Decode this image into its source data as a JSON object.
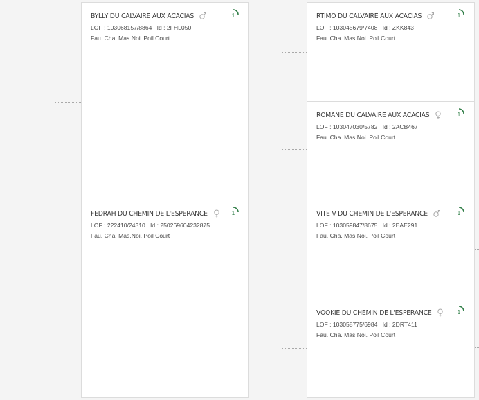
{
  "generation_1": [
    {
      "name": "BYLLY DU CALVAIRE AUX ACACIAS",
      "sex": "male",
      "lof": "LOF : 103068157/8864",
      "id": "Id : 2FHL050",
      "traits": "Fau. Cha. Mas.Noi. Poil Court",
      "badge": "1"
    },
    {
      "name": "FEDRAH DU CHEMIN DE L'ESPERANCE",
      "sex": "female",
      "lof": "LOF : 222410/24310",
      "id": "Id : 250269604232875",
      "traits": "Fau. Cha. Mas.Noi. Poil Court",
      "badge": "1"
    }
  ],
  "generation_2": [
    {
      "name": "RTIMO DU CALVAIRE AUX ACACIAS",
      "sex": "male",
      "lof": "LOF : 103045679/7408",
      "id": "Id : ZKK843",
      "traits": "Fau. Cha. Mas.Noi. Poil Court",
      "badge": "1"
    },
    {
      "name": "ROMANE DU CALVAIRE AUX ACACIAS",
      "sex": "female",
      "lof": "LOF : 103047030/5782",
      "id": "Id : 2ACB467",
      "traits": "Fau. Cha. Mas.Noi. Poil Court",
      "badge": "1"
    },
    {
      "name": "VITE V DU CHEMIN DE L'ESPERANCE",
      "sex": "male",
      "lof": "LOF : 103059847/8675",
      "id": "Id : 2EAE291",
      "traits": "Fau. Cha. Mas.Noi. Poil Court",
      "badge": "1"
    },
    {
      "name": "VOOKIE DU CHEMIN DE L'ESPERANCE",
      "sex": "female",
      "lof": "LOF : 103058775/6984",
      "id": "Id : 2DRT411",
      "traits": "Fau. Cha. Mas.Noi. Poil Court",
      "badge": "1"
    }
  ],
  "colors": {
    "badge_arc": "#2f7d46",
    "sex_icon": "#a9a9a9",
    "connector": "#a8a8a8"
  }
}
